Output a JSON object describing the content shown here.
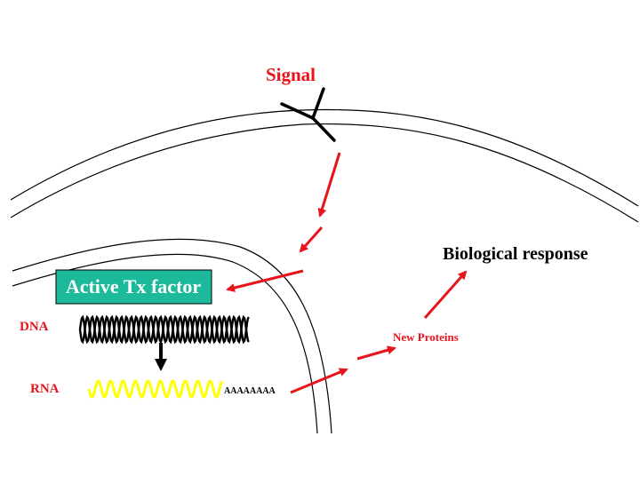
{
  "labels": {
    "signal": "Signal",
    "biological_response": "Biological response",
    "active_tx_factor": "Active Tx factor",
    "dna": "DNA",
    "rna": "RNA",
    "polya_tail": "AAAAAAAA",
    "new_proteins": "New Proteins"
  },
  "colors": {
    "signal_text": "#e8141c",
    "arrow": "#e8141c",
    "tx_factor_fill": "#1cb99a",
    "tx_factor_text": "#ffffff",
    "rna_wave": "#ffff00",
    "membrane": "#000000",
    "dna_helix": "#000000",
    "transcription_arrow": "#000000"
  },
  "icons": {
    "receptor": "y-shaped-receptor-icon",
    "dna": "double-helix-icon",
    "rna": "single-strand-wave-icon"
  }
}
